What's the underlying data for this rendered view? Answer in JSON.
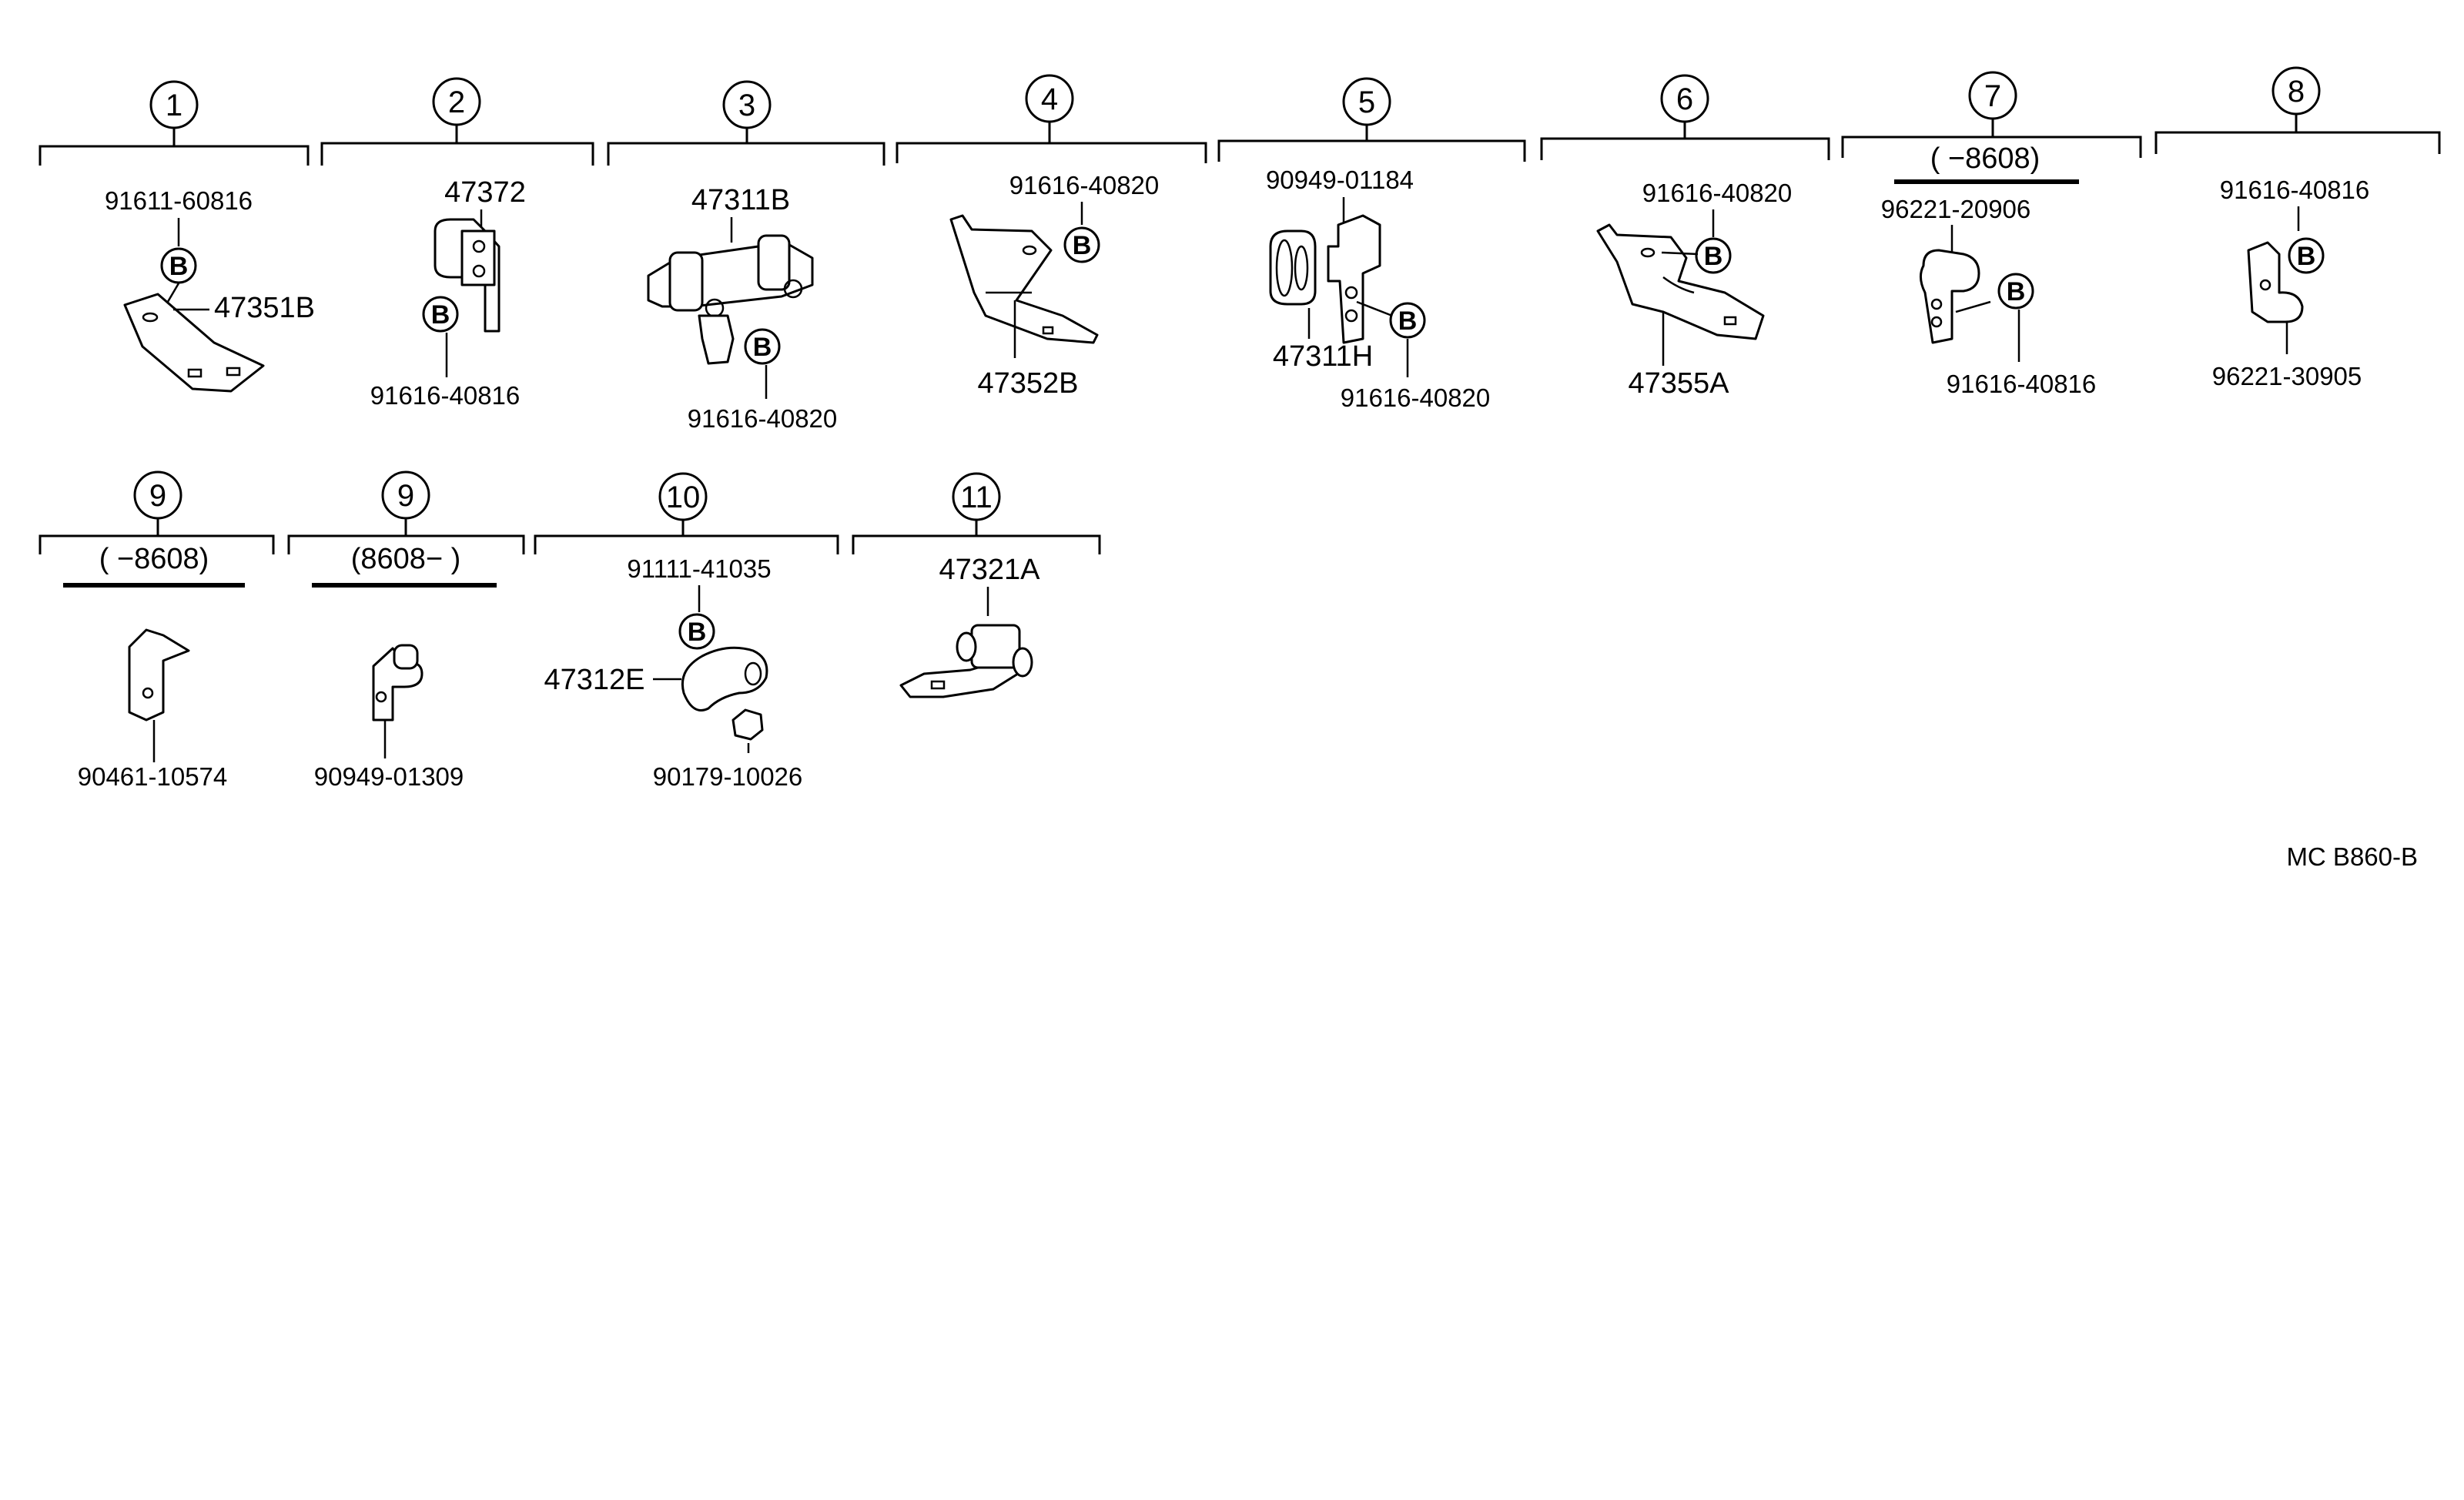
{
  "groups": [
    {
      "num": "1",
      "parts": [
        "91611-60816",
        "47351B"
      ],
      "bolt": "B"
    },
    {
      "num": "2",
      "parts": [
        "47372",
        "91616-40816"
      ],
      "bolt": "B"
    },
    {
      "num": "3",
      "parts": [
        "47311B",
        "91616-40820"
      ],
      "bolt": "B"
    },
    {
      "num": "4",
      "parts": [
        "91616-40820",
        "47352B"
      ],
      "bolt": "B"
    },
    {
      "num": "5",
      "parts": [
        "90949-01184",
        "47311H",
        "91616-40820"
      ],
      "bolt": "B"
    },
    {
      "num": "6",
      "parts": [
        "91616-40820",
        "47355A"
      ],
      "bolt": "B"
    },
    {
      "num": "7",
      "date_range": "(      −8608)",
      "parts": [
        "96221-20906",
        "91616-40816"
      ],
      "bolt": "B"
    },
    {
      "num": "8",
      "parts": [
        "91616-40816",
        "96221-30905"
      ],
      "bolt": "B"
    },
    {
      "num": "9",
      "date_range": "(        −8608)",
      "parts": [
        "90461-10574"
      ]
    },
    {
      "num": "9",
      "date_range": "(8608−          )",
      "parts": [
        "90949-01309"
      ]
    },
    {
      "num": "10",
      "parts": [
        "91111-41035",
        "47312E",
        "90179-10026"
      ],
      "bolt": "B"
    },
    {
      "num": "11",
      "parts": [
        "47321A"
      ]
    }
  ],
  "footer_code": "MC  B860-B",
  "icons": [
    "circled-number-icon",
    "circled-b-bolt-icon"
  ]
}
